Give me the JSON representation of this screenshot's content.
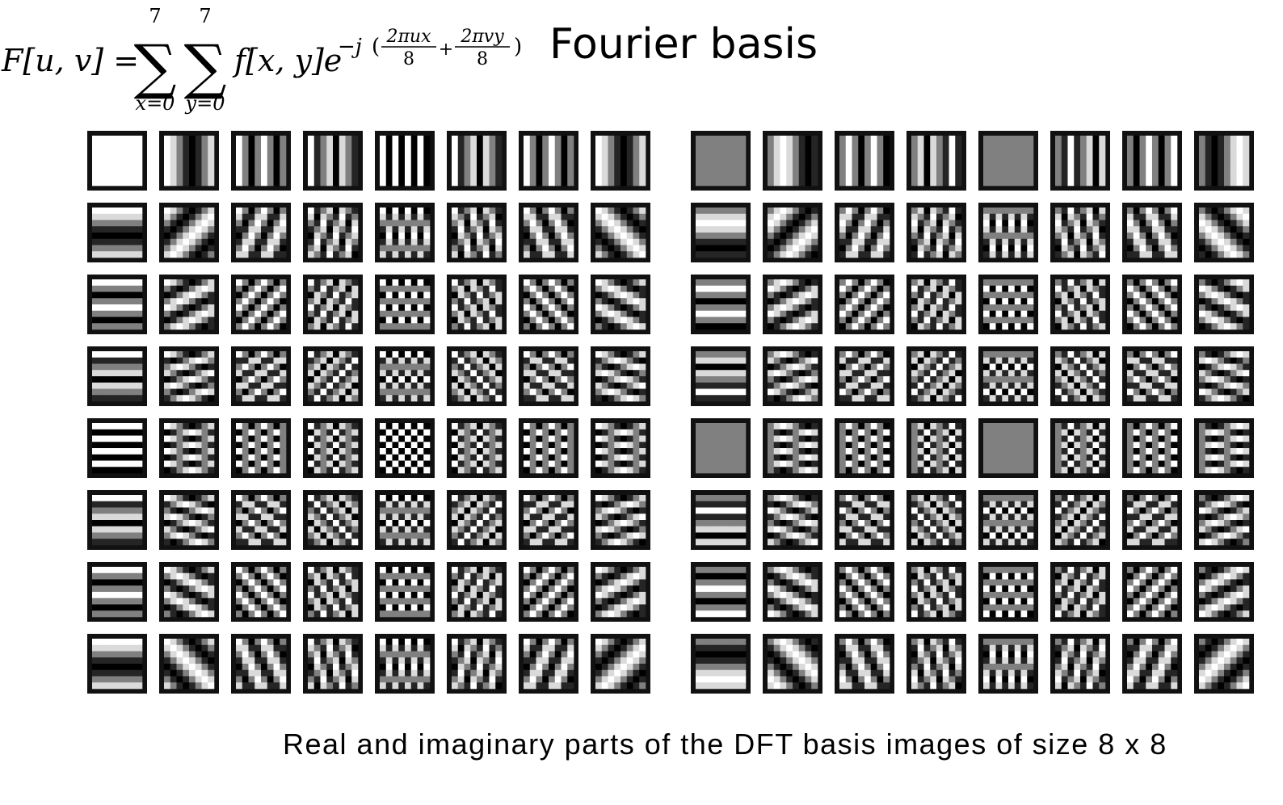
{
  "title": "Fourier basis",
  "caption": "Real and imaginary parts of the DFT basis images of size 8 x 8",
  "equation": {
    "lhs": "F[u, v] =",
    "sum_x_upper": "7",
    "sum_x_lower": "x=0",
    "sum_y_upper": "7",
    "sum_y_lower": "y=0",
    "sum_symbol": "∑",
    "summand": "f[x, y]e",
    "exp_prefix": "−j",
    "frac1_num": "2πux",
    "frac1_den": "8",
    "frac2_num": "2πvy",
    "frac2_den": "8",
    "plus": "+",
    "open_paren": "(",
    "close_paren": ")"
  },
  "basis": {
    "size": 8,
    "panels": [
      {
        "name": "real-part",
        "part": "real"
      },
      {
        "name": "imaginary-part",
        "part": "imaginary"
      }
    ]
  }
}
